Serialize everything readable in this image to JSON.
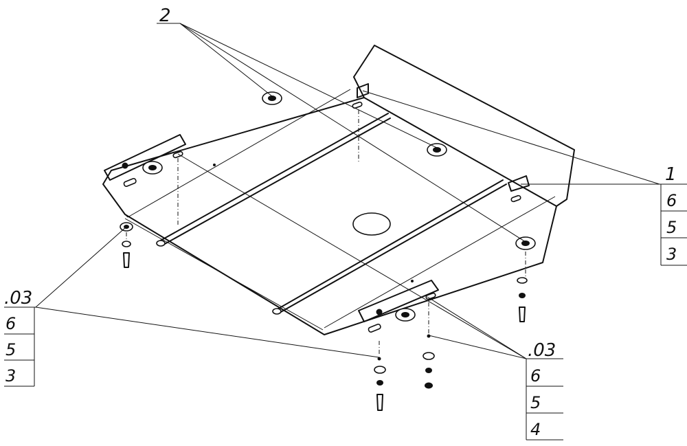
{
  "callouts": {
    "top": {
      "label": "2"
    },
    "right": {
      "head": "1",
      "rows": [
        "6",
        "5",
        "3"
      ]
    },
    "left": {
      "head": ".03",
      "rows": [
        "6",
        "5",
        "3"
      ]
    },
    "bottom": {
      "head": ".03",
      "rows": [
        "6",
        "5",
        "4"
      ]
    }
  }
}
